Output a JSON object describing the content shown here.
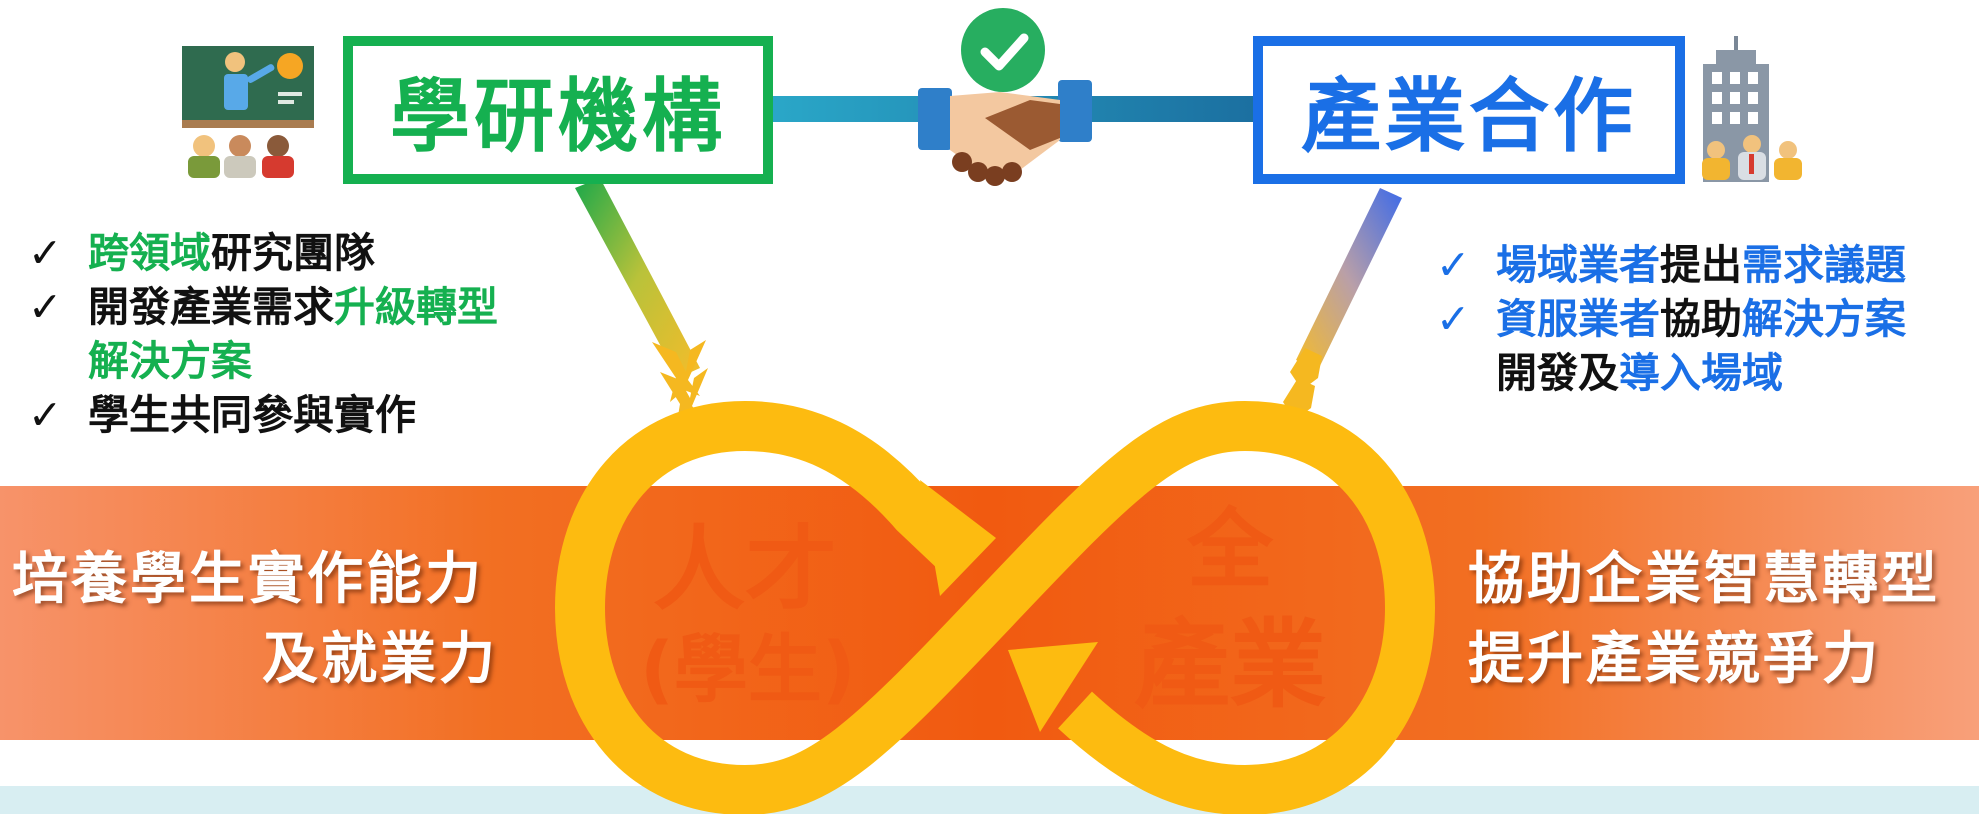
{
  "academia": {
    "label": "學研機構"
  },
  "industry": {
    "label": "產業合作"
  },
  "left_list": {
    "check": "✓",
    "item1_a": "跨領域",
    "item1_b": "研究團隊",
    "item2_a": "開發產業需求",
    "item2_b": "升級轉型",
    "item2_c": "解決方案",
    "item3": "學生共同參與實作"
  },
  "right_list": {
    "check": "✓",
    "item1_a": "場域業者",
    "item1_b": "提出",
    "item1_c": "需求議題",
    "item2_a": "資服業者",
    "item2_b": "協助",
    "item2_c": "解決方案",
    "item2_d": "開發及",
    "item2_e": "導入場域"
  },
  "left_banner": {
    "line1": "培養學生實作能力",
    "line2": "及就業力"
  },
  "right_banner": {
    "line1": "協助企業智慧轉型",
    "line2": "提升產業競爭力"
  },
  "loop_left": {
    "line1": "人才",
    "line2": "(學生)"
  },
  "loop_right": {
    "line1": "全",
    "line2": "產業"
  },
  "colors": {
    "academia": "#15b050",
    "industry": "#1a6fe6",
    "banner": "#f26a1b",
    "loop": "#fdbb10",
    "loop_text": "#f05a14",
    "footer_band": "#d8eef2"
  }
}
